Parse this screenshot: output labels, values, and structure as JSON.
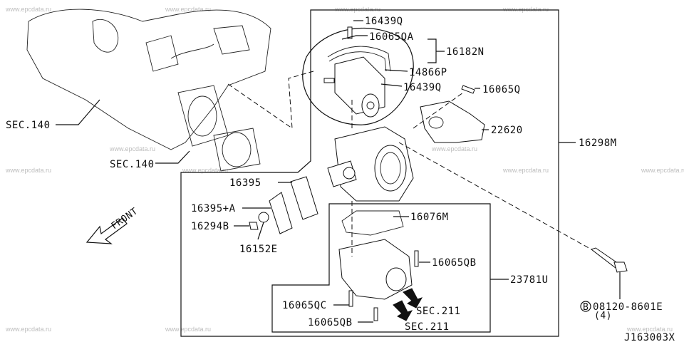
{
  "watermark": "www.epcdata.ru",
  "labels": {
    "p16439Q_top": "16439Q",
    "p16065QA": "16065QA",
    "p16182N": "16182N",
    "p14866P": "14866P",
    "p16439Q_mid": "16439Q",
    "p16065Q": "16065Q",
    "p22620": "22620",
    "p16298M": "16298M",
    "sec140_a": "SEC.140",
    "sec140_b": "SEC.140",
    "p16395": "16395",
    "p16395A": "16395+A",
    "p16294B": "16294B",
    "p16152E": "16152E",
    "front": "FRONT",
    "p16076M": "16076M",
    "p16065QB_right": "16065QB",
    "p23781U": "23781U",
    "p16065QC": "16065QC",
    "p16065QB_bottom": "16065QB",
    "sec211_a": "SEC.211",
    "sec211_b": "SEC.211",
    "bolt_symbol": "B",
    "bolt_part": "08120-8601E",
    "bolt_qty": "(4)",
    "diagram_id": "J163003X"
  }
}
